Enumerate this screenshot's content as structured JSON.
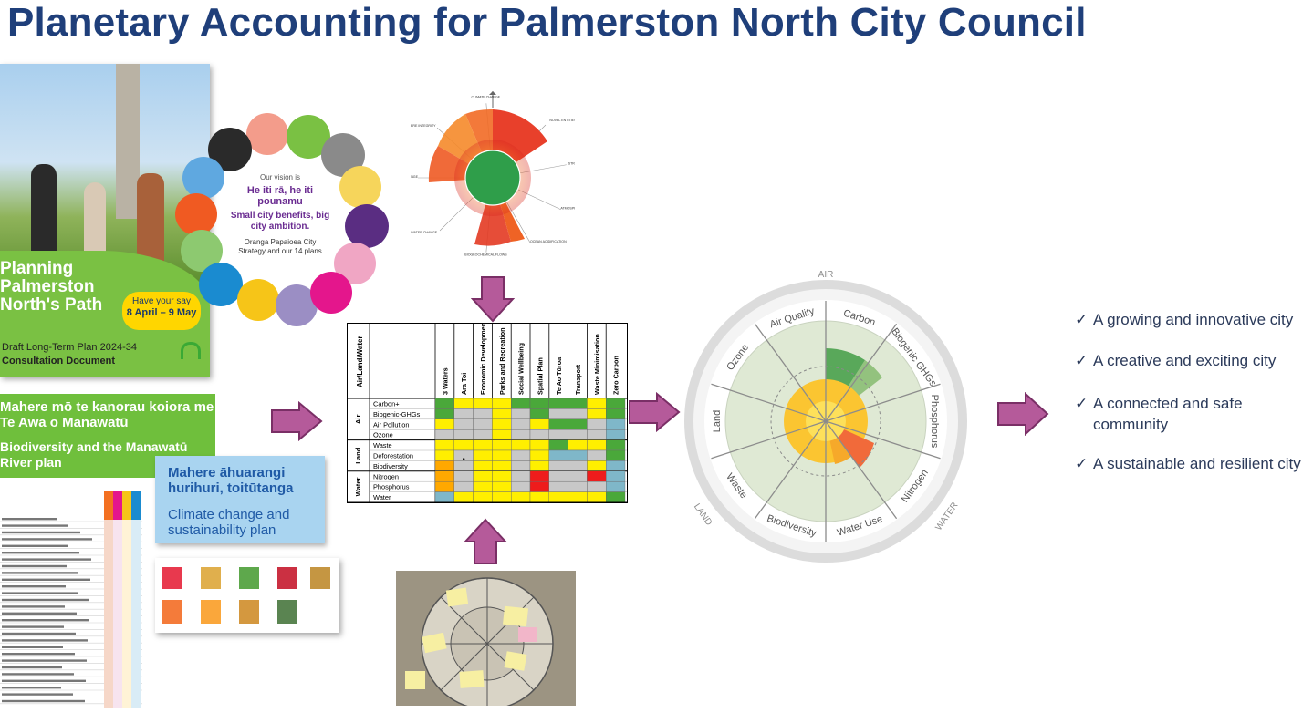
{
  "title": "Planetary Accounting for Palmerston North City Council",
  "ltp": {
    "heading": "Planning Palmerston North's Path",
    "have_say_line1": "Have your say",
    "have_say_line2": "8 April – 9 May",
    "sub1": "Draft Long-Term Plan 2024-34",
    "sub2": "Consultation Document"
  },
  "strategy": {
    "vision_intro": "Our vision is",
    "vision_maori": "He iti rā, he iti pounamu",
    "vision_en": "Small city benefits, big city ambition.",
    "plans": "Oranga Papaioea City Strategy and our 14 plans"
  },
  "river_plan": {
    "maori": "Mahere mō te kanorau koiora me Te Awa o Manawatū",
    "english": "Biodiversity and the Manawatū River plan"
  },
  "climate_plan": {
    "maori": "Mahere āhuarangi hurihuri, toitūtanga",
    "english": "Climate change and sustainability plan"
  },
  "matrix": {
    "corner": "Air/Land/Water",
    "columns": [
      "3 Waters",
      "Ara Toi",
      "Economic Development",
      "Parks and Recreation",
      "Social Wellbeing",
      "Spatial Plan",
      "Te Ao Tūroa",
      "Transport",
      "Waste Minimisation",
      "Zero Carbon"
    ],
    "groups": [
      {
        "name": "Air",
        "rows": [
          "Carbon+",
          "Biogenic-GHGs",
          "Air Pollution",
          "Ozone"
        ]
      },
      {
        "name": "Land",
        "rows": [
          "Waste",
          "Deforestation",
          "Biodiversity"
        ]
      },
      {
        "name": "Water",
        "rows": [
          "Nitrogen",
          "Phosphorus",
          "Water"
        ]
      }
    ],
    "cells": [
      [
        "g",
        "y",
        "y",
        "y",
        "g",
        "g",
        "g",
        "g",
        "y",
        "g"
      ],
      [
        "g",
        "s",
        "s",
        "y",
        "s",
        "g",
        "s",
        "s",
        "y",
        "g"
      ],
      [
        "y",
        "s",
        "s",
        "y",
        "s",
        "y",
        "g",
        "g",
        "s",
        "b"
      ],
      [
        "s",
        "s",
        "s",
        "y",
        "s",
        "s",
        "s",
        "s",
        "s",
        "b"
      ],
      [
        "y",
        "y",
        "y",
        "y",
        "y",
        "y",
        "g",
        "y",
        "y",
        "g"
      ],
      [
        "y",
        "s",
        "y",
        "y",
        "s",
        "y",
        "b",
        "b",
        "s",
        "g"
      ],
      [
        "o",
        "d",
        "y",
        "y",
        "s",
        "y",
        "s",
        "s",
        "y",
        "b"
      ],
      [
        "o",
        "s",
        "y",
        "y",
        "s",
        "r",
        "s",
        "s",
        "r",
        "b"
      ],
      [
        "o",
        "s",
        "y",
        "y",
        "s",
        "r",
        "s",
        "s",
        "s",
        "b"
      ],
      [
        "b",
        "y",
        "y",
        "y",
        "y",
        "y",
        "y",
        "y",
        "y",
        "g"
      ]
    ],
    "colors": {
      "g": "#4aa83a",
      "y": "#ffef00",
      "s": "#c8c8c8",
      "b": "#7fb7c9",
      "o": "#ffa800",
      "r": "#ee1c1c",
      "d": "#c8c8c8"
    }
  },
  "boundaries_top": {
    "labels": [
      "CLIMATE CHANGE",
      "NOVEL ENTITIES",
      "STRATOSPHERIC OZONE DEPLETION",
      "ATMOSPHERIC AEROSOL LOADING",
      "OCEAN ACIDIFICATION",
      "BIOGEOCHEMICAL FLOWS",
      "FRESHWATER CHANGE",
      "LAND SYSTEM CHANGE",
      "BIOSPHERE INTEGRITY"
    ]
  },
  "wheel": {
    "outer": [
      "AIR",
      "WATER",
      "LAND"
    ],
    "segments": [
      "Carbon",
      "Biogenic GHGs",
      "Phosphorus",
      "Nitrogen",
      "Water Use",
      "Biodiversity",
      "Waste",
      "Land",
      "Ozone",
      "Air Quality"
    ]
  },
  "goals": [
    "A growing and innovative city",
    "A creative and exciting city",
    "A connected and safe community",
    "A sustainable and resilient city"
  ],
  "check": "✓"
}
